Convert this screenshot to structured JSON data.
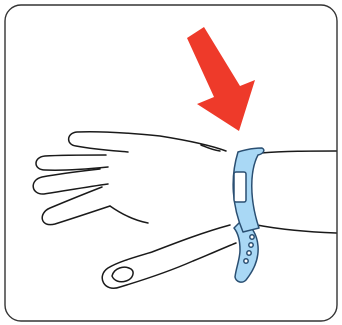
{
  "figure": {
    "kind": "instruction-illustration",
    "subject": "wristband-on-wrist",
    "icons": [
      "hand-illustration",
      "wristband",
      "pointer-arrow"
    ],
    "colors": {
      "frame": "#333333",
      "outline": "#1a1a1a",
      "arrow": "#ee3a2a",
      "band_fill": "#a9d8f5",
      "band_stroke": "#2a4f72"
    }
  }
}
